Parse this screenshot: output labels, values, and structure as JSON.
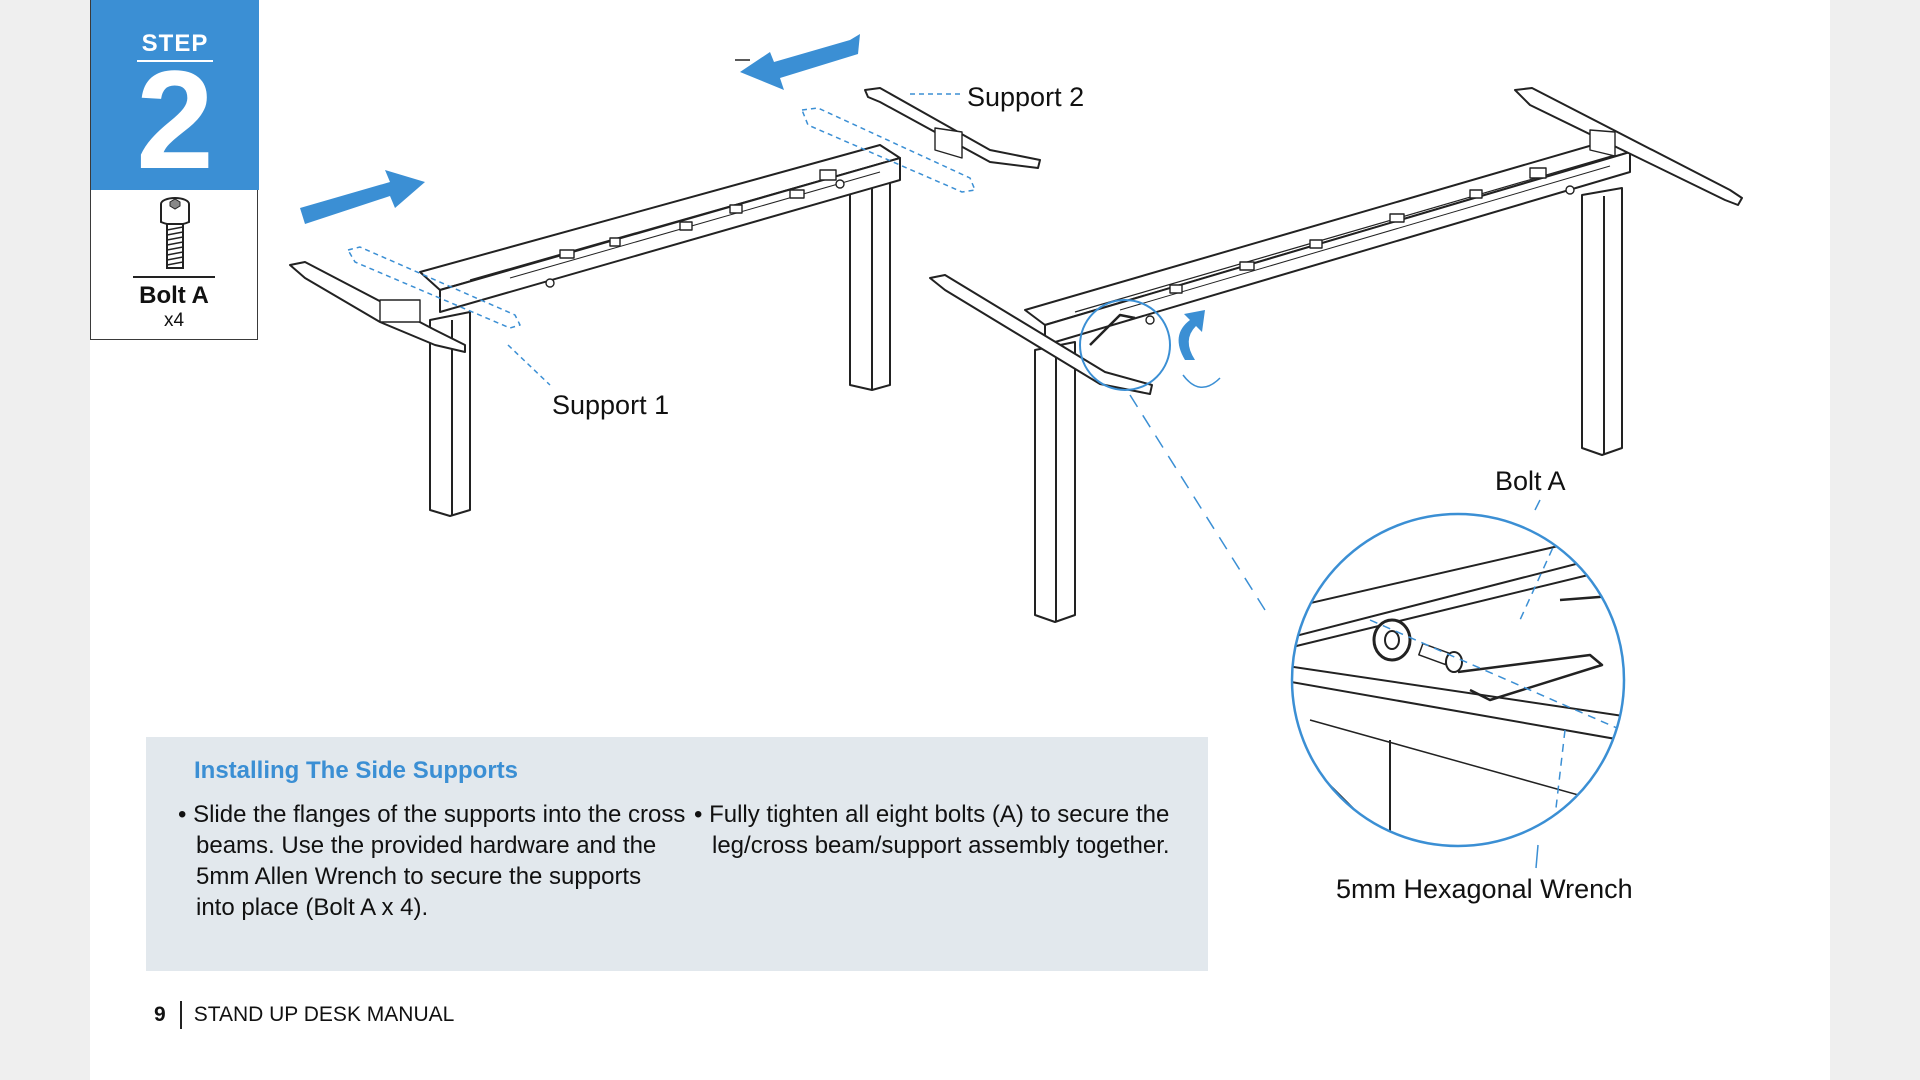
{
  "step": {
    "word": "STEP",
    "number": "2"
  },
  "hardware": {
    "name": "Bolt A",
    "quantity": "x4"
  },
  "callouts": {
    "support_1": "Support 1",
    "support_2": "Support 2",
    "bolt_a": "Bolt A",
    "wrench": "5mm Hexagonal Wrench"
  },
  "instructions": {
    "title": "Installing The Side Supports",
    "bullets": [
      "• Slide the flanges of the supports into the cross beams. Use the provided hardware and the 5mm Allen Wrench to secure the supports into place (Bolt A x 4).",
      "• Fully tighten all eight bolts (A) to secure the leg/cross beam/support assembly together."
    ]
  },
  "footer": {
    "page_number": "9",
    "manual_title": "STAND UP DESK MANUAL"
  },
  "colors": {
    "accent": "#3b8fd4",
    "panel": "#e2e8ed",
    "line": "#222222"
  },
  "icons": [
    "bolt-icon",
    "arrow-right-icon",
    "arrow-left-icon",
    "rotate-arrow-icon",
    "hex-wrench-icon"
  ]
}
